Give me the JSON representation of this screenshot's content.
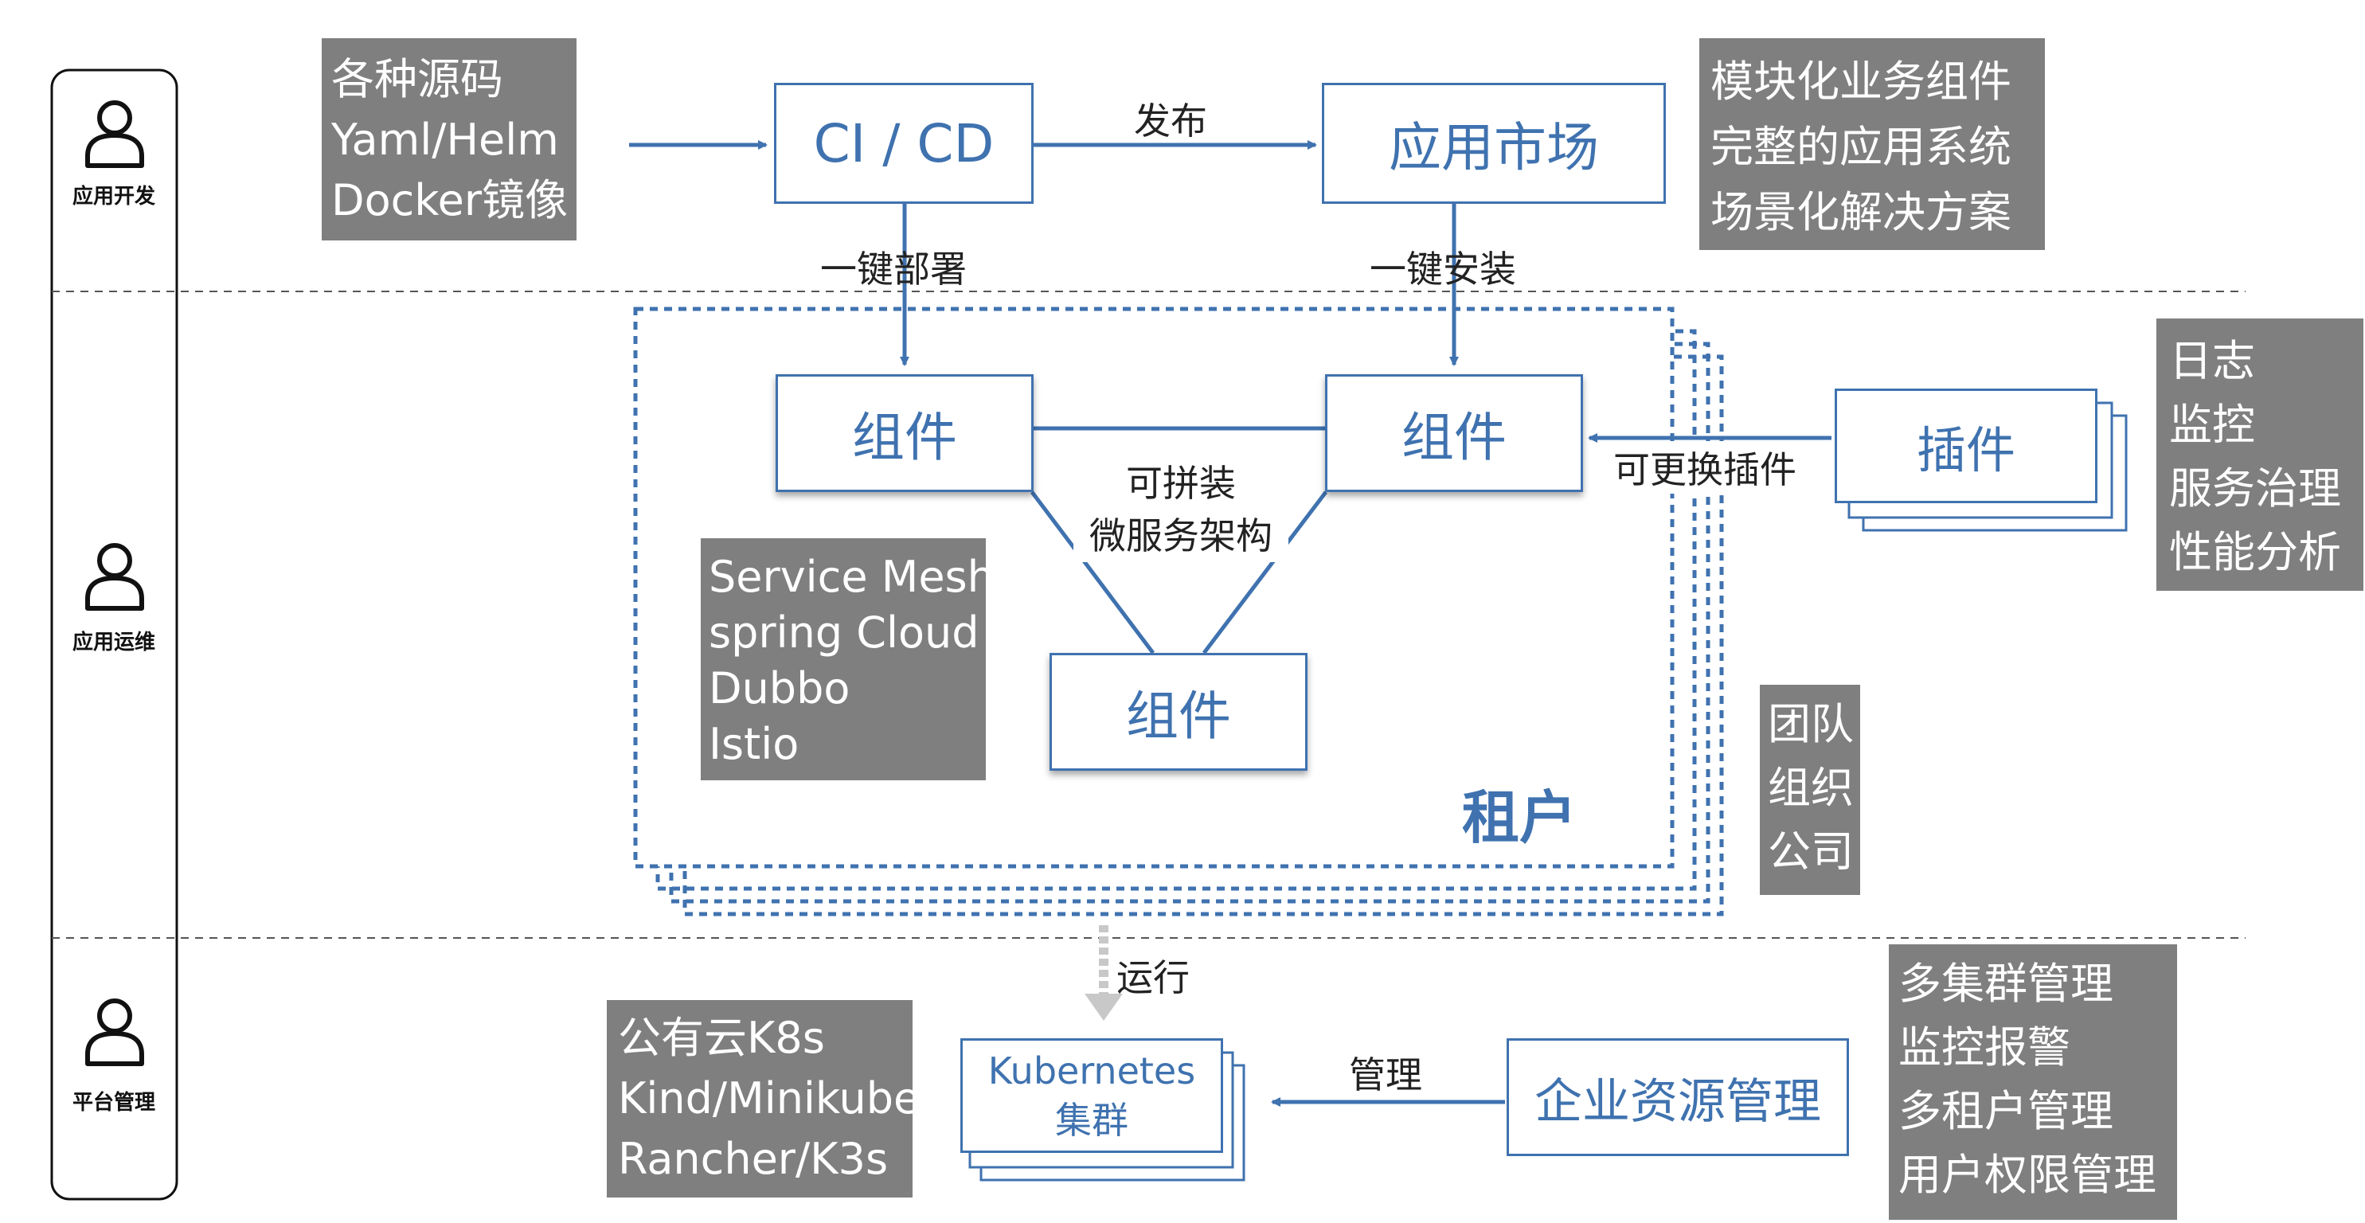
{
  "roles": {
    "dev": "应用开发",
    "ops": "应用运维",
    "platform": "平台管理"
  },
  "dev_section": {
    "sources": [
      "各种源码",
      "Yaml/Helm",
      "Docker镜像"
    ],
    "cicd_label": "CI / CD",
    "publish_label": "发布",
    "market_label": "应用市场",
    "market_features": [
      "模块化业务组件",
      "完整的应用系统",
      "场景化解决方案"
    ],
    "deploy_label": "一键部署",
    "install_label": "一键安装"
  },
  "ops_section": {
    "component_a": "组件",
    "component_b": "组件",
    "component_c": "组件",
    "microservice_label": [
      "可拼装",
      "微服务架构"
    ],
    "frameworks": [
      "Service Mesh",
      "spring Cloud",
      "Dubbo",
      "Istio"
    ],
    "tenant_label": "租户",
    "tenant_types": [
      "团队",
      "组织",
      "公司"
    ],
    "plugin_label": "插件",
    "replace_plugin_label": "可更换插件",
    "plugin_features": [
      "日志",
      "监控",
      "服务治理",
      "性能分析"
    ]
  },
  "platform_section": {
    "run_label": "运行",
    "k8s_sources": [
      "公有云K8s",
      "Kind/Minikube",
      "Rancher/K3s"
    ],
    "cluster_label": [
      "Kubernetes",
      "集群"
    ],
    "manage_label": "管理",
    "enterprise_label": "企业资源管理",
    "enterprise_features": [
      "多集群管理",
      "监控报警",
      "多租户管理",
      "用户权限管理"
    ]
  },
  "colors": {
    "accent": "#3f72af",
    "gray_box": "#7f7f7f",
    "text": "#222222"
  }
}
